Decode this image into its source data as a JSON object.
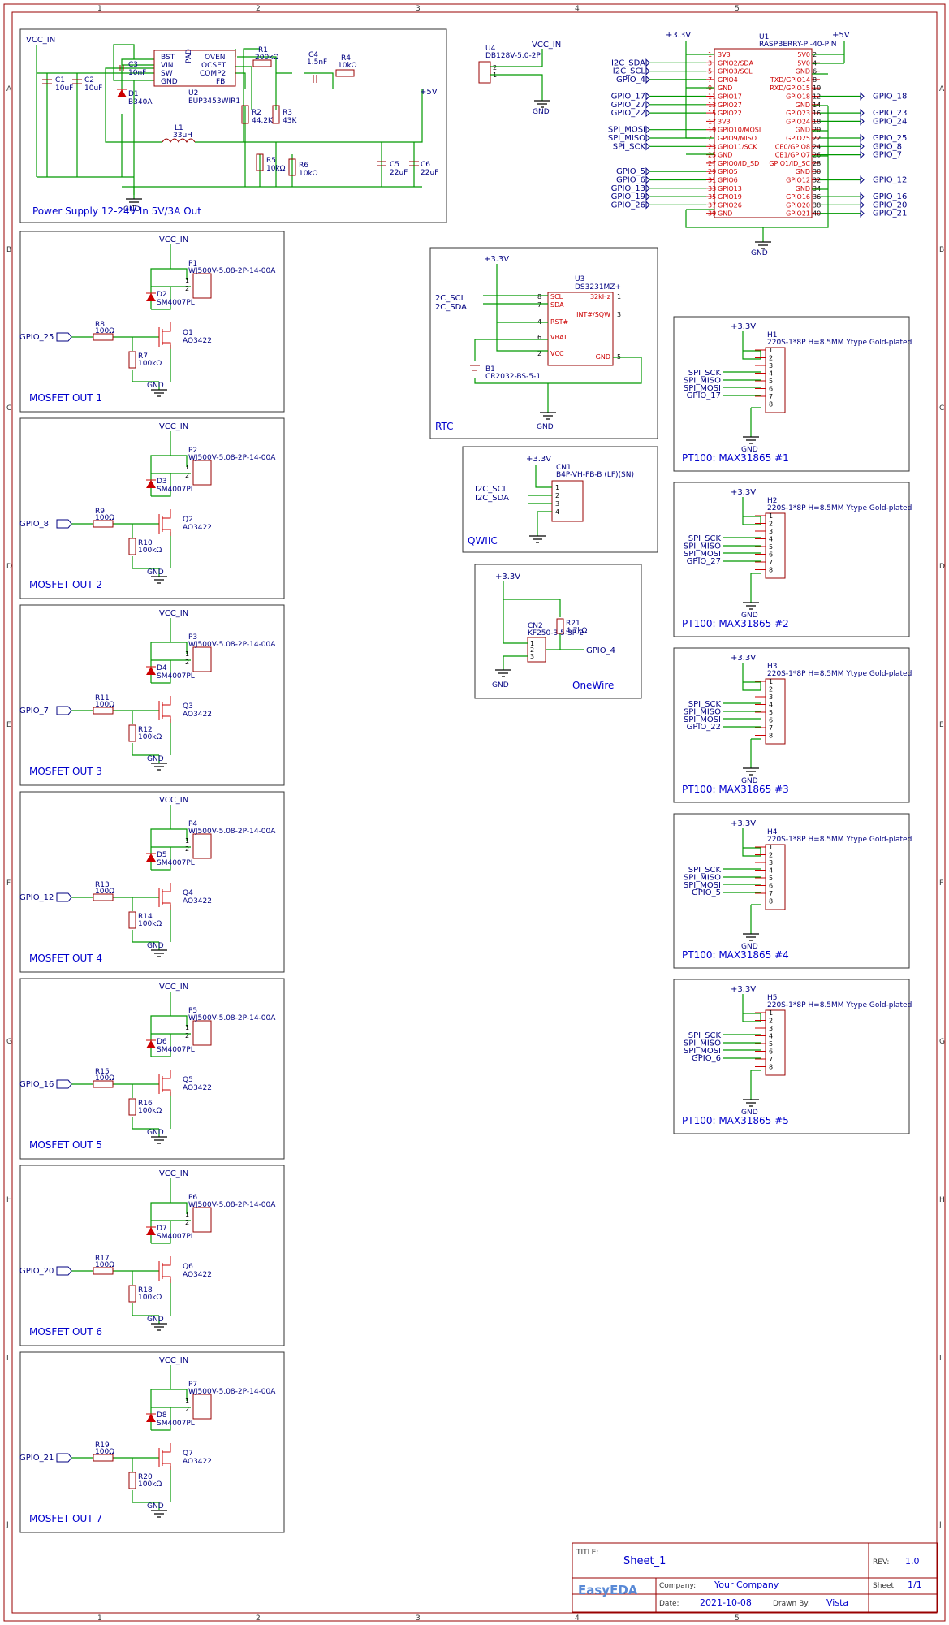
{
  "frame": {
    "columns": [
      "1",
      "2",
      "3",
      "4",
      "5"
    ],
    "rows": [
      "A",
      "B",
      "C",
      "D",
      "E",
      "F",
      "G",
      "H",
      "I",
      "J"
    ]
  },
  "nets": {
    "vcc_in": "VCC_IN",
    "gnd": "GND",
    "v33": "+3.3V",
    "v5": "+5V"
  },
  "power_supply": {
    "title": "Power Supply 12-24V In 5V/3A Out",
    "u2": {
      "ref": "U2",
      "value": "EUP3453WIR1",
      "pins_left": [
        "BST",
        "VIN",
        "SW",
        "GND"
      ],
      "pins_right": [
        "OVEN",
        "OCSET",
        "COMP2",
        "FB"
      ],
      "pad": "PAD"
    },
    "c1": {
      "ref": "C1",
      "value": "10uF"
    },
    "c2": {
      "ref": "C2",
      "value": "10uF"
    },
    "c3": {
      "ref": "C3",
      "value": "10nF"
    },
    "d1": {
      "ref": "D1",
      "value": "B340A"
    },
    "l1": {
      "ref": "L1",
      "value": "33uH"
    },
    "r1": {
      "ref": "R1",
      "value": "200kΩ"
    },
    "r2": {
      "ref": "R2",
      "value": "44.2K"
    },
    "r3": {
      "ref": "R3",
      "value": "43K"
    },
    "r4": {
      "ref": "R4",
      "value": "10kΩ"
    },
    "r5": {
      "ref": "R5",
      "value": "10kΩ"
    },
    "r6": {
      "ref": "R6",
      "value": "10kΩ"
    },
    "c4": {
      "ref": "C4",
      "value": "1.5nF"
    },
    "c5": {
      "ref": "C5",
      "value": "22uF"
    },
    "c6": {
      "ref": "C6",
      "value": "22uF"
    }
  },
  "u4": {
    "ref": "U4",
    "value": "DB128V-5.0-2P",
    "pins": [
      "2",
      "1"
    ]
  },
  "rpi": {
    "ref": "U1",
    "value": "RASPBERRY-PI-40-PIN",
    "left_names": [
      "3V3",
      "GPIO2/SDA",
      "GPIO3/SCL",
      "GPIO4",
      "GND",
      "GPIO17",
      "GPIO27",
      "GPIO22",
      "3V3",
      "GPIO10/MOSI",
      "GPIO9/MISO",
      "GPIO11/SCK",
      "GND",
      "GPIO0/ID_SD",
      "GPIO5",
      "GPIO6",
      "GPIO13",
      "GPIO19",
      "GPIO26",
      "GND"
    ],
    "left_nums": [
      "1",
      "3",
      "5",
      "7",
      "9",
      "11",
      "13",
      "15",
      "17",
      "19",
      "21",
      "23",
      "25",
      "27",
      "29",
      "31",
      "33",
      "35",
      "37",
      "39"
    ],
    "right_names": [
      "5V0",
      "5V0",
      "GND",
      "TXD/GPIO14",
      "RXD/GPIO15",
      "GPIO18",
      "GND",
      "GPIO23",
      "GPIO24",
      "GND",
      "GPIO25",
      "CE0/GPIO8",
      "CE1/GPIO7",
      "GPIO1/ID_SC",
      "GND",
      "GPIO12",
      "GND",
      "GPIO16",
      "GPIO20",
      "GPIO21"
    ],
    "right_nums": [
      "2",
      "4",
      "6",
      "8",
      "10",
      "12",
      "14",
      "16",
      "18",
      "20",
      "22",
      "24",
      "26",
      "28",
      "30",
      "32",
      "34",
      "36",
      "38",
      "40"
    ],
    "left_nets": [
      "",
      "I2C_SDA",
      "I2C_SCL",
      "GPIO_4",
      "",
      "GPIO_17",
      "GPIO_27",
      "GPIO_22",
      "",
      "SPI_MOSI",
      "SPI_MISO",
      "SPI_SCK",
      "",
      "",
      "GPIO_5",
      "GPIO_6",
      "GPIO_13",
      "GPIO_19",
      "GPIO_26",
      ""
    ],
    "right_nets": [
      "",
      "",
      "",
      "",
      "",
      "GPIO_18",
      "",
      "GPIO_23",
      "GPIO_24",
      "",
      "GPIO_25",
      "GPIO_8",
      "GPIO_7",
      "",
      "",
      "GPIO_12",
      "",
      "GPIO_16",
      "GPIO_20",
      "GPIO_21"
    ]
  },
  "rtc": {
    "title": "RTC",
    "u3": {
      "ref": "U3",
      "value": "DS3231MZ+",
      "left_pins": [
        {
          "n": "8",
          "name": "SCL"
        },
        {
          "n": "7",
          "name": "SDA"
        },
        {
          "n": "4",
          "name": "RST#"
        },
        {
          "n": "6",
          "name": "VBAT"
        },
        {
          "n": "2",
          "name": "VCC"
        }
      ],
      "right_pins": [
        {
          "n": "1",
          "name": "32kHz"
        },
        {
          "n": "3",
          "name": "INT#/SQW"
        },
        {
          "n": "5",
          "name": "GND"
        }
      ]
    },
    "b1": {
      "ref": "B1",
      "value": "CR2032-BS-5-1"
    },
    "nets": [
      "I2C_SCL",
      "I2C_SDA"
    ]
  },
  "qwiic": {
    "title": "QWIIC",
    "cn1": {
      "ref": "CN1",
      "value": "B4P-VH-FB-B (LF)(SN)",
      "pins": [
        "1",
        "2",
        "3",
        "4"
      ]
    },
    "nets": [
      "I2C_SCL",
      "I2C_SDA"
    ]
  },
  "onewire": {
    "title": "OneWire",
    "cn2": {
      "ref": "CN2",
      "value": "KF250-3.5-3P-2",
      "pins": [
        "1",
        "2",
        "3"
      ]
    },
    "r21": {
      "ref": "R21",
      "value": "4.7kΩ"
    },
    "net": "GPIO_4"
  },
  "mosfets": [
    {
      "title": "MOSFET OUT 1",
      "gpio": "GPIO_25",
      "p": "P1",
      "d": "D2",
      "q": "Q1",
      "rg": "R8",
      "rp": "R7"
    },
    {
      "title": "MOSFET OUT 2",
      "gpio": "GPIO_8",
      "p": "P2",
      "d": "D3",
      "q": "Q2",
      "rg": "R9",
      "rp": "R10"
    },
    {
      "title": "MOSFET OUT 3",
      "gpio": "GPIO_7",
      "p": "P3",
      "d": "D4",
      "q": "Q3",
      "rg": "R11",
      "rp": "R12"
    },
    {
      "title": "MOSFET OUT 4",
      "gpio": "GPIO_12",
      "p": "P4",
      "d": "D5",
      "q": "Q4",
      "rg": "R13",
      "rp": "R14"
    },
    {
      "title": "MOSFET OUT 5",
      "gpio": "GPIO_16",
      "p": "P5",
      "d": "D6",
      "q": "Q5",
      "rg": "R15",
      "rp": "R16"
    },
    {
      "title": "MOSFET OUT 6",
      "gpio": "GPIO_20",
      "p": "P6",
      "d": "D7",
      "q": "Q6",
      "rg": "R17",
      "rp": "R18"
    },
    {
      "title": "MOSFET OUT 7",
      "gpio": "GPIO_21",
      "p": "P7",
      "d": "D8",
      "q": "Q7",
      "rg": "R19",
      "rp": "R20"
    }
  ],
  "mosfet_parts": {
    "conn": "WJ500V-5.08-2P-14-00A",
    "diode": "SM4007PL",
    "fet": "AO3422",
    "rg": "100Ω",
    "rp": "100kΩ",
    "pins": [
      "1",
      "2"
    ]
  },
  "pt100": [
    {
      "title": "PT100: MAX31865 #1",
      "h": "H1",
      "cs": "GPIO_17"
    },
    {
      "title": "PT100: MAX31865 #2",
      "h": "H2",
      "cs": "GPIO_27"
    },
    {
      "title": "PT100: MAX31865 #3",
      "h": "H3",
      "cs": "GPIO_22"
    },
    {
      "title": "PT100: MAX31865 #4",
      "h": "H4",
      "cs": "GPIO_5"
    },
    {
      "title": "PT100: MAX31865 #5",
      "h": "H5",
      "cs": "GPIO_6"
    }
  ],
  "pt100_parts": {
    "header": "220S-1*8P H=8.5MM Ytype Gold-plated",
    "nets": [
      "SPI_SCK",
      "SPI_MISO",
      "SPI_MOSI"
    ],
    "pins": [
      "1",
      "2",
      "3",
      "4",
      "5",
      "6",
      "7",
      "8"
    ]
  },
  "title_block": {
    "title_label": "TITLE:",
    "title": "Sheet_1",
    "rev_label": "REV:",
    "rev": "1.0",
    "company_label": "Company:",
    "company": "Your Company",
    "sheet_label": "Sheet:",
    "sheet": "1/1",
    "date_label": "Date:",
    "date": "2021-10-08",
    "drawn_label": "Drawn By:",
    "drawn": "Vista",
    "logo": "EasyEDA"
  },
  "colors": {
    "wire": "#009900",
    "part": "#990000",
    "label": "#000080",
    "title": "#0000cc"
  }
}
